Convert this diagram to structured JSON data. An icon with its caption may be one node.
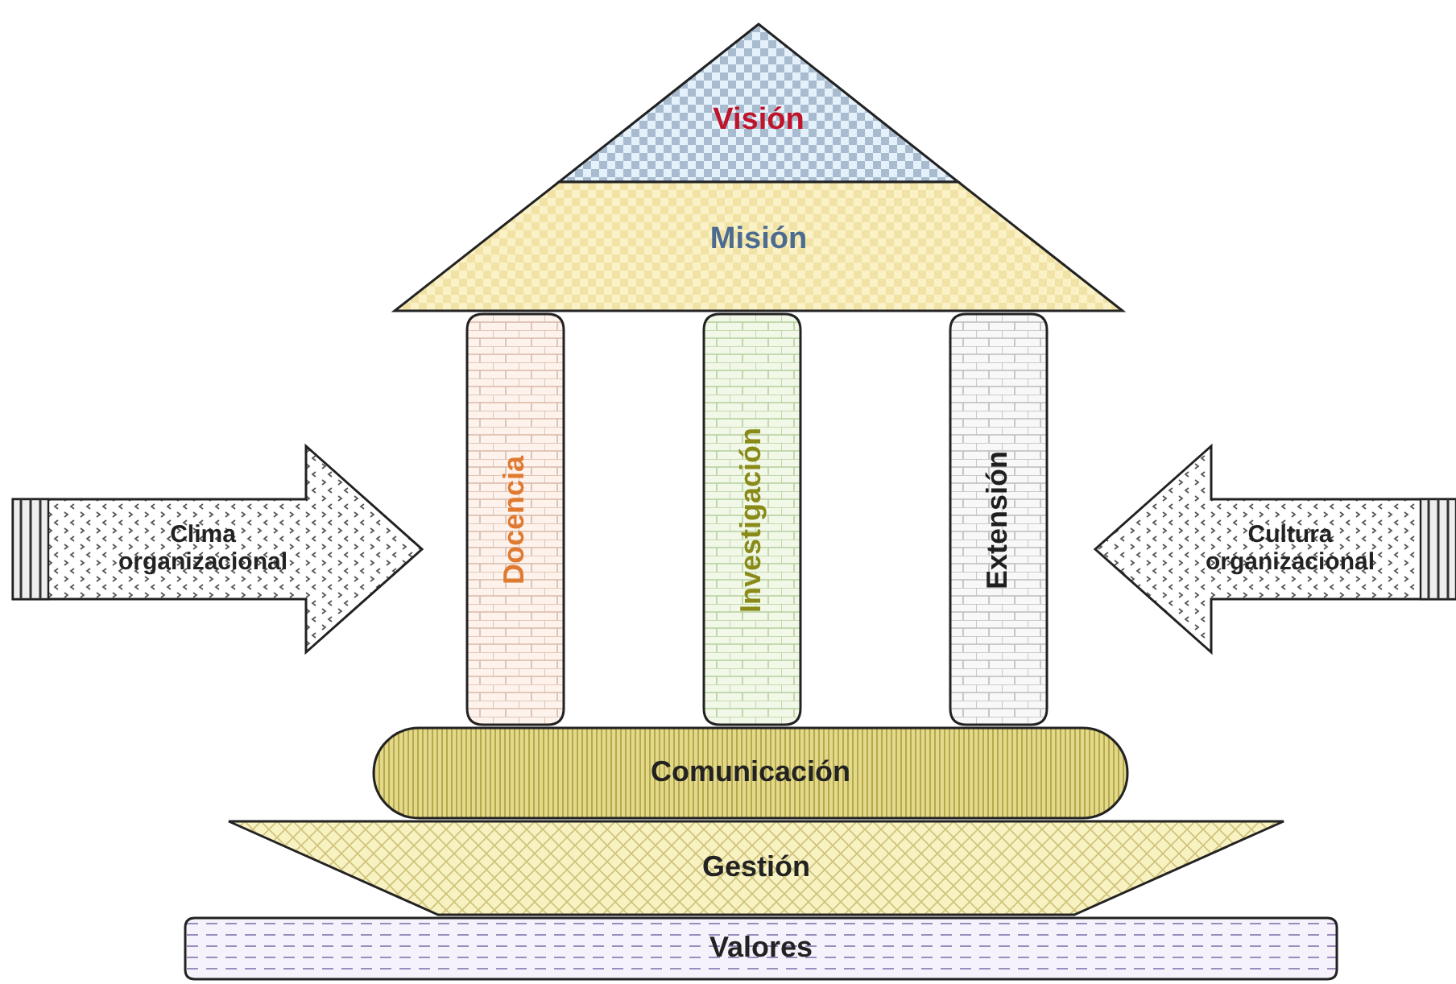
{
  "diagram": {
    "nodes": [
      {
        "text": [
          "Visión"
        ]
      },
      {
        "text": [
          "Misión"
        ]
      },
      {
        "text": [
          "Clima organizacional"
        ]
      },
      {
        "text": [
          "Docencia"
        ]
      },
      {
        "text": [
          "Investigación"
        ]
      },
      {
        "text": [
          "Extensión"
        ]
      },
      {
        "text": [
          "Cultura organizacional"
        ]
      },
      {
        "text": [
          "Comunicación"
        ]
      },
      {
        "text": [
          "Gestión"
        ]
      },
      {
        "text": [
          "Valores"
        ]
      }
    ]
  }
}
